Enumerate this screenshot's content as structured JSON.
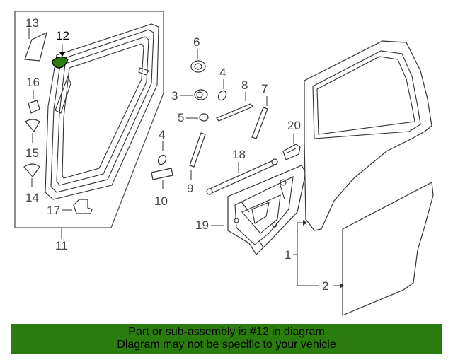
{
  "callouts": {
    "c1": "1",
    "c2": "2",
    "c3": "3",
    "c4a": "4",
    "c4b": "4",
    "c5": "5",
    "c6": "6",
    "c7": "7",
    "c8": "8",
    "c9": "9",
    "c10": "10",
    "c11": "11",
    "c12": "12",
    "c13": "13",
    "c14": "14",
    "c15": "15",
    "c16": "16",
    "c17": "17",
    "c18": "18",
    "c19": "19",
    "c20": "20"
  },
  "highlight_color": "#2b7c0e",
  "banner": {
    "line1": "Part or sub-assembly is #12 in diagram",
    "line2": "Diagram may not be specific to your vehicle"
  }
}
